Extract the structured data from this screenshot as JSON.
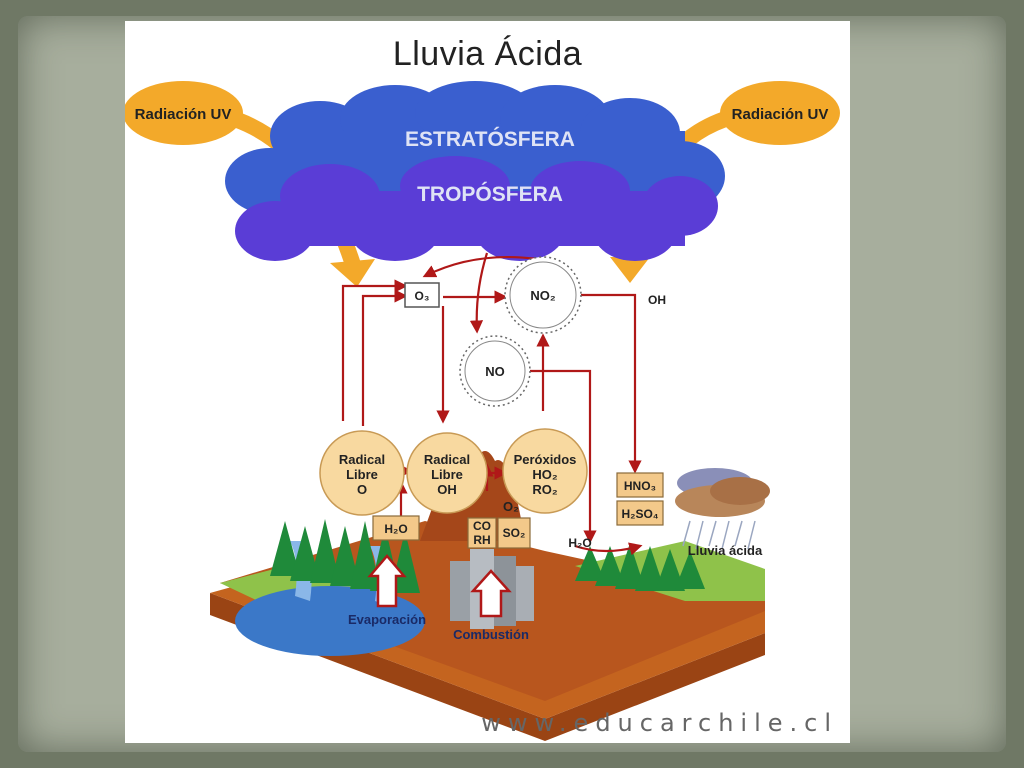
{
  "title": "Lluvia Ácida",
  "layers": {
    "stratosphere": "ESTRATÓSFERA",
    "troposphere": "TROPÓSFERA"
  },
  "uv": {
    "left": "Radiación UV",
    "right": "Radiación UV"
  },
  "molecules": {
    "o3": "O₃",
    "no2": "NO₂",
    "no": "NO",
    "oh": "OH",
    "o2": "O₂"
  },
  "radicals": {
    "radical_o": [
      "Radical",
      "Libre",
      "O"
    ],
    "radical_oh": [
      "Radical",
      "Libre",
      "OH"
    ],
    "peroxides": [
      "Peróxidos",
      "HO₂",
      "RO₂"
    ]
  },
  "boxes": {
    "h2o_left": "H₂O",
    "co": "CO",
    "rh": "RH",
    "so2": "SO₂",
    "h2o_right": "H₂O",
    "hno3": "HNO₃",
    "h2so4": "H₂SO₄"
  },
  "labels": {
    "evaporacion": "Evaporación",
    "combustion": "Combustión",
    "lluvia_acida": "Lluvia ácida"
  },
  "footer": "www.educarchile.cl",
  "colors": {
    "cloud_top": "#3a5fcf",
    "cloud_bottom": "#5a3dd6",
    "uv": "#f3a92a",
    "arrow": "#b01818",
    "radical_fill": "#f8d9a0",
    "ground": "#b8561e",
    "water": "#3b78c8",
    "forest": "#1f8a3a"
  }
}
